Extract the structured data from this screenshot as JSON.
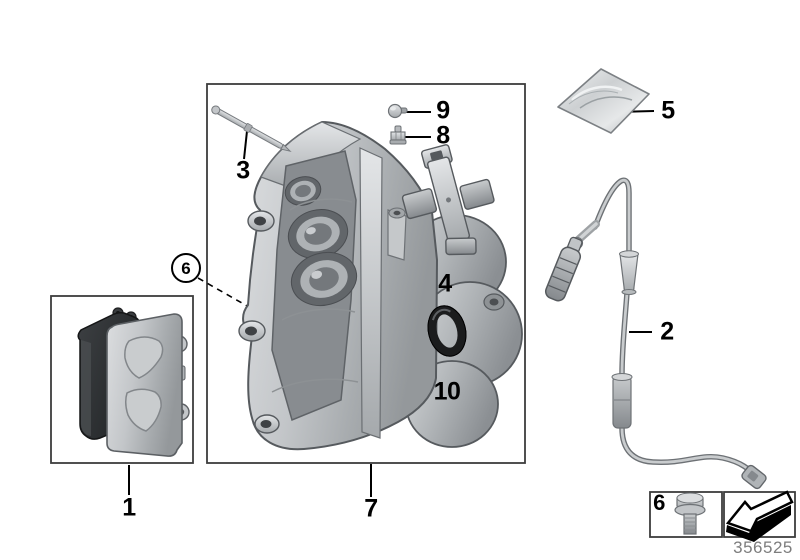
{
  "diagram": {
    "part_number": "356525",
    "callouts": {
      "brake_pads": "1",
      "wear_sensor_cable": "2",
      "guide_pin": "3",
      "retaining_spring": "4",
      "grease_packet": "5",
      "caliper_bolt_circled": "6",
      "caliper_bolt_boxed": "6",
      "brake_caliper": "7",
      "bleeder_screw": "8",
      "dust_cap": "9",
      "seal_ring": "10"
    },
    "icons": {
      "direction_arrow": "direction-of-travel-arrow-icon"
    },
    "colors": {
      "background": "#ffffff",
      "outline": "#000000",
      "box_border": "#3c3c3c",
      "metal_light": "#e2e4e6",
      "metal_mid": "#b3b7ba",
      "metal_dark": "#84888c",
      "pad_friction_dark": "#2c2f31",
      "seal_black": "#1b1c1d",
      "part_number_gray": "#7d7d7d"
    }
  }
}
